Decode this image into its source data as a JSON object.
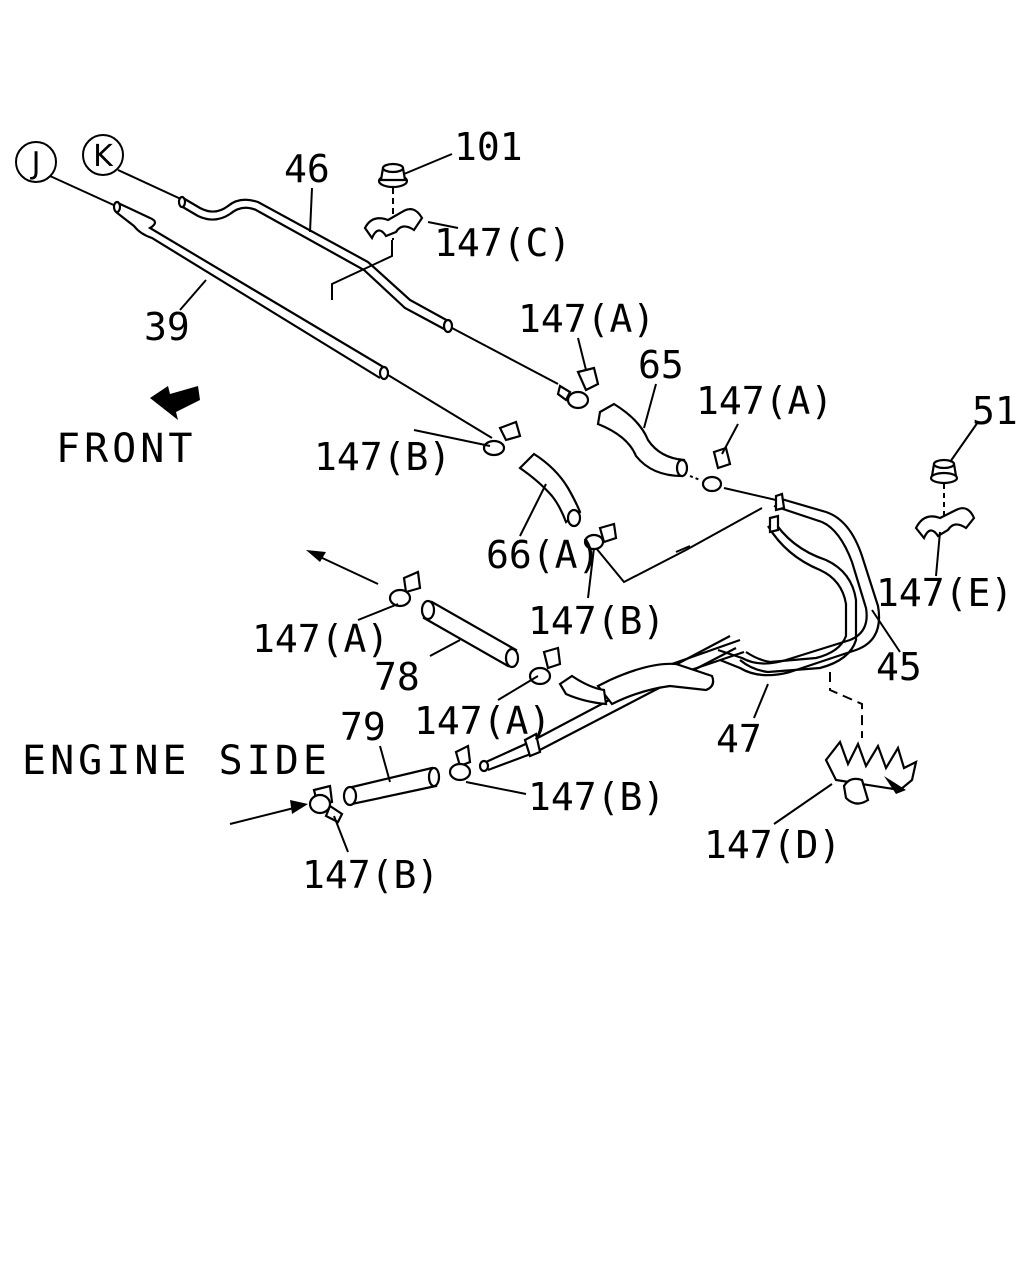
{
  "circles": {
    "j": "J",
    "k": "K"
  },
  "directions": {
    "front": "FRONT",
    "engine_side": "ENGINE SIDE"
  },
  "labels": {
    "l39": "39",
    "l45": "45",
    "l46": "46",
    "l47": "47",
    "l51": "51",
    "l65": "65",
    "l66a": "66(A)",
    "l78": "78",
    "l79": "79",
    "l101": "101",
    "l147a_1": "147(A)",
    "l147a_2": "147(A)",
    "l147a_3": "147(A)",
    "l147a_4": "147(A)",
    "l147b_1": "147(B)",
    "l147b_2": "147(B)",
    "l147b_3": "147(B)",
    "l147b_4": "147(B)",
    "l147c": "147(C)",
    "l147d": "147(D)",
    "l147e": "147(E)"
  }
}
